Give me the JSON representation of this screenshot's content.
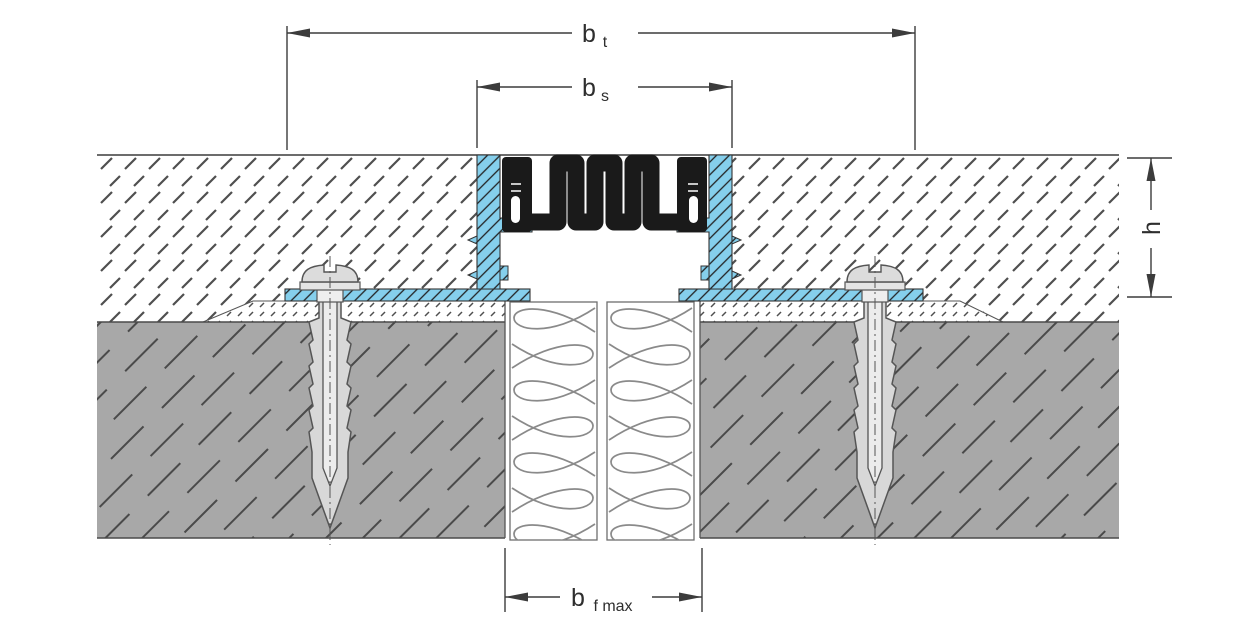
{
  "dimensions": {
    "bt": {
      "base": "b",
      "sub": "t"
    },
    "bs": {
      "base": "b",
      "sub": "s"
    },
    "bf": {
      "base": "b",
      "sub": "f max"
    },
    "h": {
      "base": "h",
      "sub": ""
    }
  },
  "colors": {
    "aluminum_profile": "#85cfec",
    "elastomer_insert": "#1a1a1a",
    "concrete": "#a8a8a8",
    "mortar_bed": "#ffffff",
    "screed": "#ffffff",
    "hatch_line": "#4a4a4a",
    "dimension_line": "#3c3c3c",
    "wool_loop": "#8a8a8a",
    "anchor_body": "#d8d8d8"
  }
}
